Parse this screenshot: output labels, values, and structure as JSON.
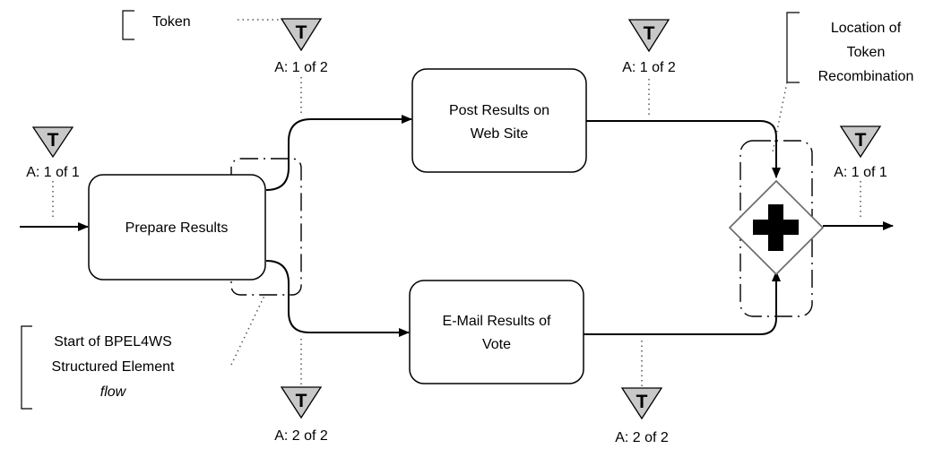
{
  "tasks": {
    "prepare": "Prepare Results",
    "post_line1": "Post Results on",
    "post_line2": "Web Site",
    "email_line1": "E-Mail Results of",
    "email_line2": "Vote"
  },
  "token_symbol": "T",
  "tokens": {
    "start": "A: 1 of 1",
    "top_split": "A: 1 of 2",
    "top_post": "A: 1 of 2",
    "bottom_split": "A: 2 of 2",
    "bottom_email": "A: 2 of 2",
    "end": "A: 1 of 1"
  },
  "annotations": {
    "token": "Token",
    "recombination_line1": "Location of",
    "recombination_line2": "Token",
    "recombination_line3": "Recombination",
    "bpel_line1": "Start of BPEL4WS",
    "bpel_line2": "Structured Element",
    "bpel_line3": "flow"
  },
  "gateway": {
    "type": "parallel",
    "symbol": "plus"
  }
}
